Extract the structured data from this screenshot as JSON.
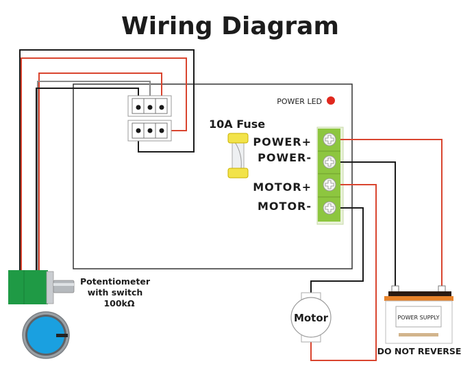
{
  "title": "Wiring Diagram",
  "controller": {
    "power_led_label": "POWER LED",
    "fuse_label": "10A Fuse",
    "terminals": [
      {
        "label": "POWER+",
        "wire_color": "#d9442e"
      },
      {
        "label": "POWER-",
        "wire_color": "#1a1a1a"
      },
      {
        "label": "MOTOR+",
        "wire_color": "#d9442e"
      },
      {
        "label": "MOTOR-",
        "wire_color": "#1a1a1a"
      }
    ]
  },
  "potentiometer": {
    "line1": "Potentiometer",
    "line2": "with switch",
    "line3": "100kΩ"
  },
  "motor": {
    "label": "Motor"
  },
  "battery": {
    "label": "POWER SUPPLY",
    "warning": "DO NOT REVERSE"
  },
  "colors": {
    "red_wire": "#d9442e",
    "black_wire": "#1a1a1a",
    "gray_wire": "#8a8a8a",
    "terminal_green": "#8dc63f",
    "pot_green": "#1f9a45",
    "knob_blue": "#1aa0e0",
    "led_red": "#e0281e",
    "fuse_yellow": "#f2e34a",
    "battery_orange": "#e8832a"
  }
}
